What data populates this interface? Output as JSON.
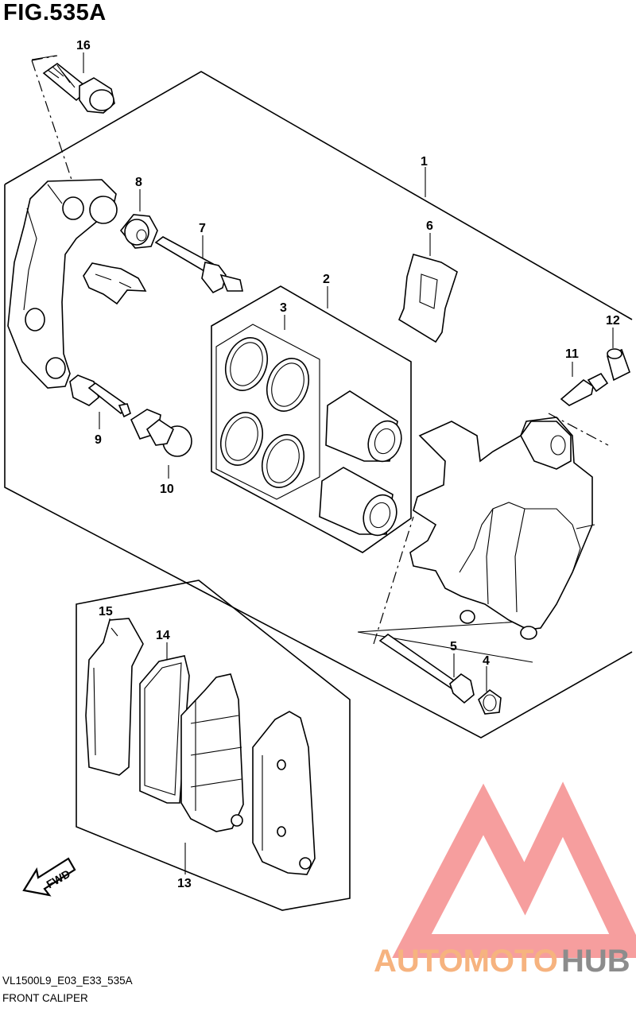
{
  "figure": {
    "title": "FIG.535A",
    "code": "VL1500L9_E03_E33_535A",
    "caption": "FRONT CALIPER"
  },
  "callouts": [
    {
      "label": "1",
      "part": "caliper-assembly"
    },
    {
      "label": "2",
      "part": "piston-seal-set"
    },
    {
      "label": "3",
      "part": "seals"
    },
    {
      "label": "4",
      "part": "plug"
    },
    {
      "label": "5",
      "part": "pad-pin"
    },
    {
      "label": "6",
      "part": "pad-spring"
    },
    {
      "label": "7",
      "part": "slide-pin"
    },
    {
      "label": "8",
      "part": "boot"
    },
    {
      "label": "9",
      "part": "slide-pin"
    },
    {
      "label": "10",
      "part": "boot"
    },
    {
      "label": "11",
      "part": "bleeder-valve"
    },
    {
      "label": "12",
      "part": "bleeder-cap"
    },
    {
      "label": "13",
      "part": "pad-set"
    },
    {
      "label": "14",
      "part": "shim"
    },
    {
      "label": "15",
      "part": "shim"
    },
    {
      "label": "16",
      "part": "mounting-bolt"
    }
  ],
  "fwd_label": "FWD",
  "watermark": {
    "brand_a": "AUTOMOTO",
    "brand_b": "HUB",
    "color_a": "#f6b37f",
    "color_b": "#8c8c8c",
    "logo_color": "#ef4f4f"
  },
  "colors": {
    "line": "#000000",
    "background": "#ffffff"
  }
}
